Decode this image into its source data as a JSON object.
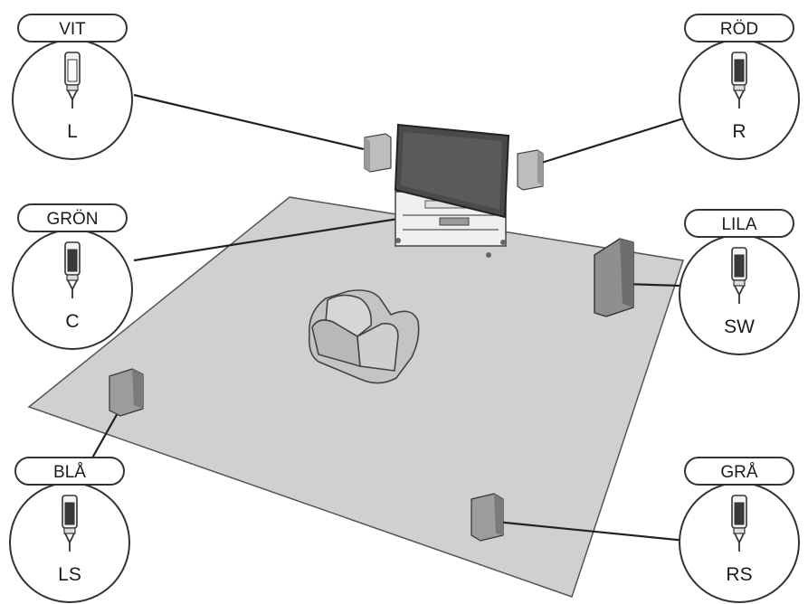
{
  "connectors": [
    {
      "id": "front-left",
      "color_label": "VIT",
      "channel": "L",
      "plug_color": "#ffffff"
    },
    {
      "id": "front-right",
      "color_label": "RÖD",
      "channel": "R",
      "plug_color": "#3a3a3a"
    },
    {
      "id": "center",
      "color_label": "GRÖN",
      "channel": "C",
      "plug_color": "#3a3a3a"
    },
    {
      "id": "subwoofer",
      "color_label": "LILA",
      "channel": "SW",
      "plug_color": "#3a3a3a"
    },
    {
      "id": "surround-left",
      "color_label": "BLÅ",
      "channel": "LS",
      "plug_color": "#3a3a3a"
    },
    {
      "id": "surround-right",
      "color_label": "GRÅ",
      "channel": "RS",
      "plug_color": "#3a3a3a"
    }
  ],
  "colors": {
    "floor": "#cfcfcf",
    "outline": "#333333",
    "speaker": "#9a9a9a",
    "tv_screen": "#4a4a4a"
  }
}
